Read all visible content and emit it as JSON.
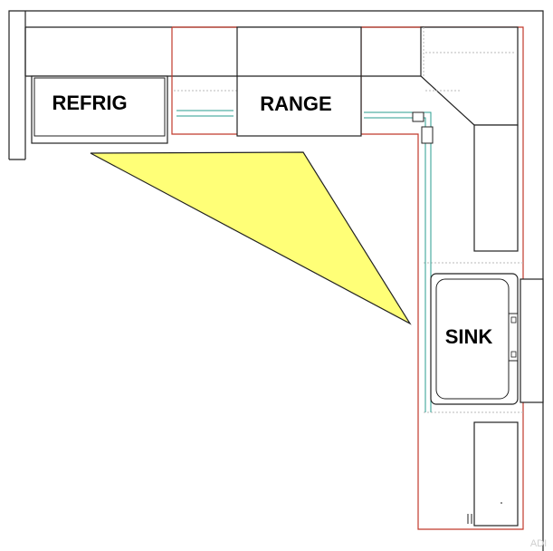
{
  "plan": {
    "labels": {
      "refrigerator": "REFRIG",
      "range": "RANGE",
      "sink": "SINK"
    },
    "watermark": "ADI"
  },
  "colors": {
    "outline": "#222222",
    "counter_edge": "#c0392b",
    "water_line": "#2a9d8f",
    "work_triangle": "#ffff77",
    "guide": "#b9b9b9"
  }
}
